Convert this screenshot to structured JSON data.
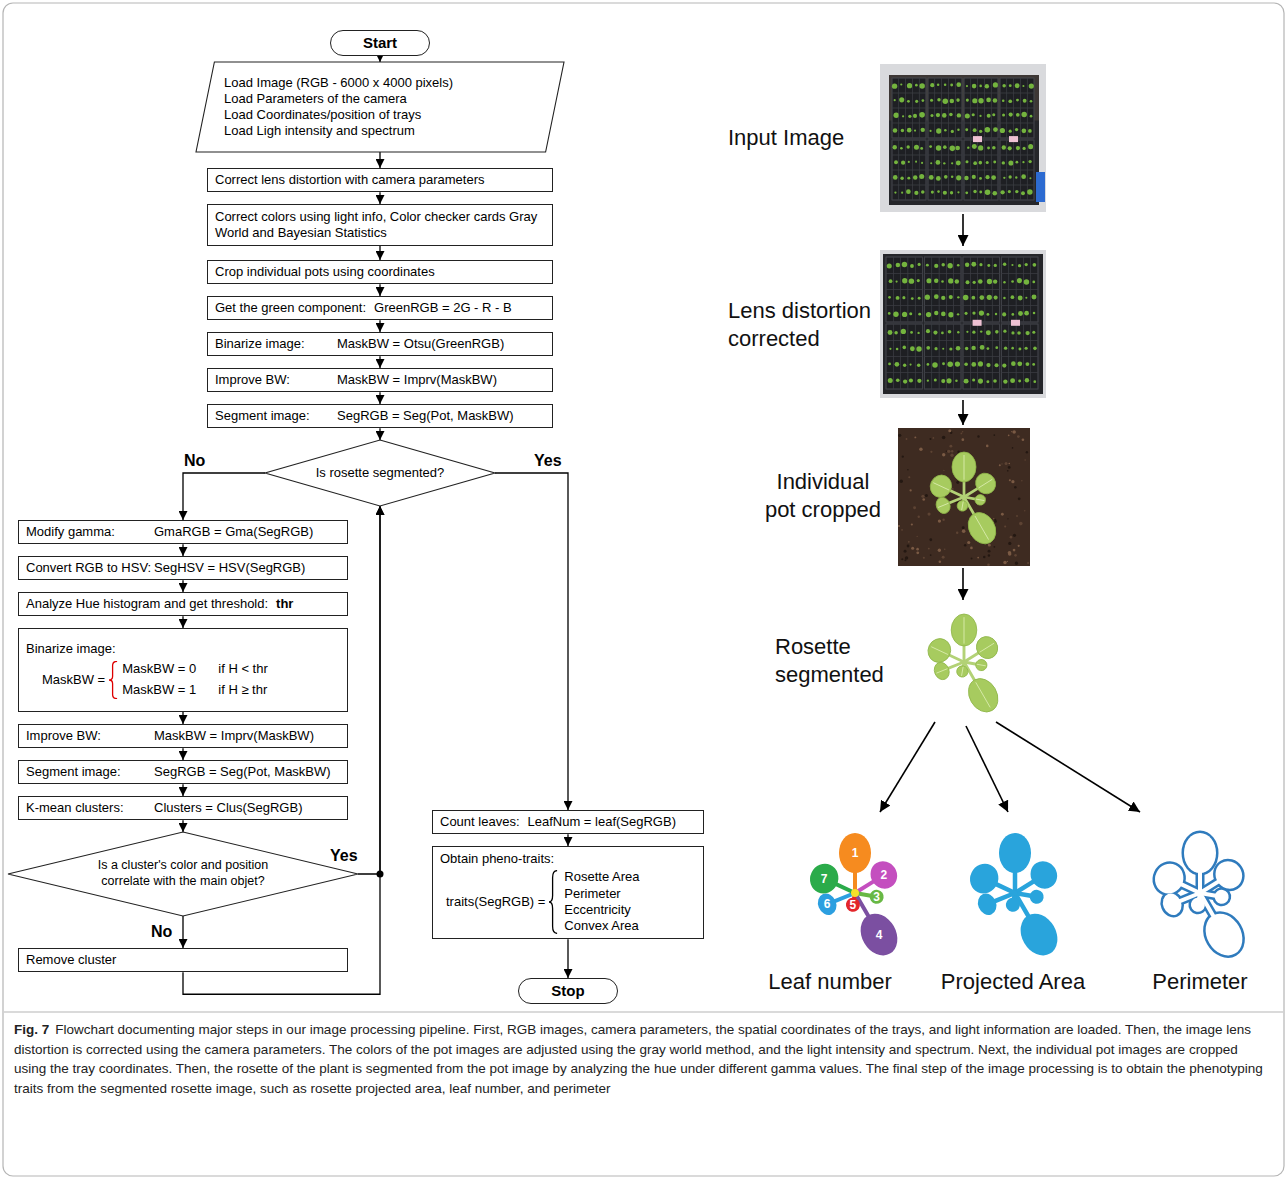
{
  "diagram": {
    "caption": "Flowchart documenting major steps in our image processing pipeline. First, RGB images, camera parameters, the spatial coordinates of the trays, and light information are loaded. Then, the image lens distortion is corrected using the camera parameters. The colors of the pot images are adjusted using the gray world method, and the light intensity and spectrum. Next, the individual pot images are cropped using the tray coordinates. Then, the rosette of the plant is segmented from the pot image by analyzing the hue under different gamma values. The final step of the image processing is to obtain the phenotyping traits from the segmented rosette image, such as rosette projected area, leaf number, and perimeter",
    "nodes": [
      {
        "text": [
          "Start"
        ]
      },
      {
        "text": [
          "Load Image (RGB - 6000 x 4000 pixels)",
          "Load Parameters of the camera",
          "Load Coordinates/position of trays",
          "Load Ligh intensity and spectrum"
        ]
      },
      {
        "text": [
          "Correct lens distortion with camera parameters"
        ]
      },
      {
        "text": [
          "Correct colors using light info, Color checker cards Gray World and Bayesian Statistics"
        ]
      },
      {
        "text": [
          "Crop individual pots using coordinates"
        ]
      },
      {
        "text": [
          "Get the green component:",
          "GreenRGB = 2G - R - B"
        ]
      },
      {
        "text": [
          "Binarize image:",
          "MaskBW = Otsu(GreenRGB)"
        ]
      },
      {
        "text": [
          "Improve BW:",
          "MaskBW = Imprv(MaskBW)"
        ]
      },
      {
        "text": [
          "Segment image:",
          "SegRGB = Seg(Pot, MaskBW)"
        ]
      },
      {
        "text": [
          "Is rosette segmented?"
        ]
      },
      {
        "text": [
          "Modify gamma:",
          "GmaRGB = Gma(SegRGB)"
        ]
      },
      {
        "text": [
          "Convert RGB to HSV:",
          "SegHSV = HSV(SegRGB)"
        ]
      },
      {
        "text": [
          "Analyze Hue histogram and get threshold:",
          "thr"
        ]
      },
      {
        "text": [
          "Binarize image:",
          "MaskBW =",
          "MaskBW = 0",
          "if H < thr",
          "MaskBW = 1",
          "if H ≥ thr"
        ]
      },
      {
        "text": [
          "Improve BW:",
          "MaskBW = Imprv(MaskBW)"
        ]
      },
      {
        "text": [
          "Segment image:",
          "SegRGB = Seg(Pot, MaskBW)"
        ]
      },
      {
        "text": [
          "K-mean clusters:",
          "Clusters = Clus(SegRGB)"
        ]
      },
      {
        "text": [
          "Is a cluster's color and position correlate with the main objet?"
        ]
      },
      {
        "text": [
          "Remove cluster"
        ]
      },
      {
        "text": [
          "Count leaves:",
          "LeafNum = leaf(SegRGB)"
        ]
      },
      {
        "text": [
          "Obtain pheno-traits:",
          "traits(SegRGB) =",
          "Rosette Area",
          "Perimeter",
          "Eccentricity",
          "Convex Area"
        ]
      },
      {
        "text": [
          "Stop"
        ]
      }
    ],
    "edges": [
      {
        "from": 0,
        "to": 1,
        "arrow": "to"
      },
      {
        "from": 1,
        "to": 2,
        "arrow": "to"
      },
      {
        "from": 2,
        "to": 3,
        "arrow": "to"
      },
      {
        "from": 3,
        "to": 4,
        "arrow": "to"
      },
      {
        "from": 4,
        "to": 5,
        "arrow": "to"
      },
      {
        "from": 5,
        "to": 6,
        "arrow": "to"
      },
      {
        "from": 6,
        "to": 7,
        "arrow": "to"
      },
      {
        "from": 7,
        "to": 8,
        "arrow": "to"
      },
      {
        "from": 8,
        "to": 9,
        "arrow": "to"
      },
      {
        "from": 9,
        "to": 10,
        "label": "No",
        "arrow": "to"
      },
      {
        "from": 10,
        "to": 11,
        "arrow": "to"
      },
      {
        "from": 11,
        "to": 12,
        "arrow": "to"
      },
      {
        "from": 12,
        "to": 13,
        "arrow": "to"
      },
      {
        "from": 13,
        "to": 14,
        "arrow": "to"
      },
      {
        "from": 14,
        "to": 15,
        "arrow": "to"
      },
      {
        "from": 15,
        "to": 16,
        "arrow": "to"
      },
      {
        "from": 16,
        "to": 17,
        "arrow": "to"
      },
      {
        "from": 17,
        "to": 18,
        "label": "No",
        "arrow": "to"
      },
      {
        "from": 17,
        "to": 9,
        "label": "Yes",
        "arrow": "to"
      },
      {
        "from": 18,
        "to": 9,
        "arrow": "to"
      },
      {
        "from": 9,
        "to": 19,
        "label": "Yes",
        "arrow": "to"
      },
      {
        "from": 19,
        "to": 20,
        "arrow": "to"
      },
      {
        "from": 20,
        "to": 21,
        "arrow": "to"
      }
    ],
    "labels": [
      "Input Image",
      "Lens distortion corrected",
      "Individual pot cropped",
      "Rosette segmented",
      "1",
      "2",
      "3",
      "4",
      "5",
      "6",
      "7",
      "Leaf number",
      "Projected Area",
      "Perimeter",
      "Fig. 7"
    ]
  }
}
